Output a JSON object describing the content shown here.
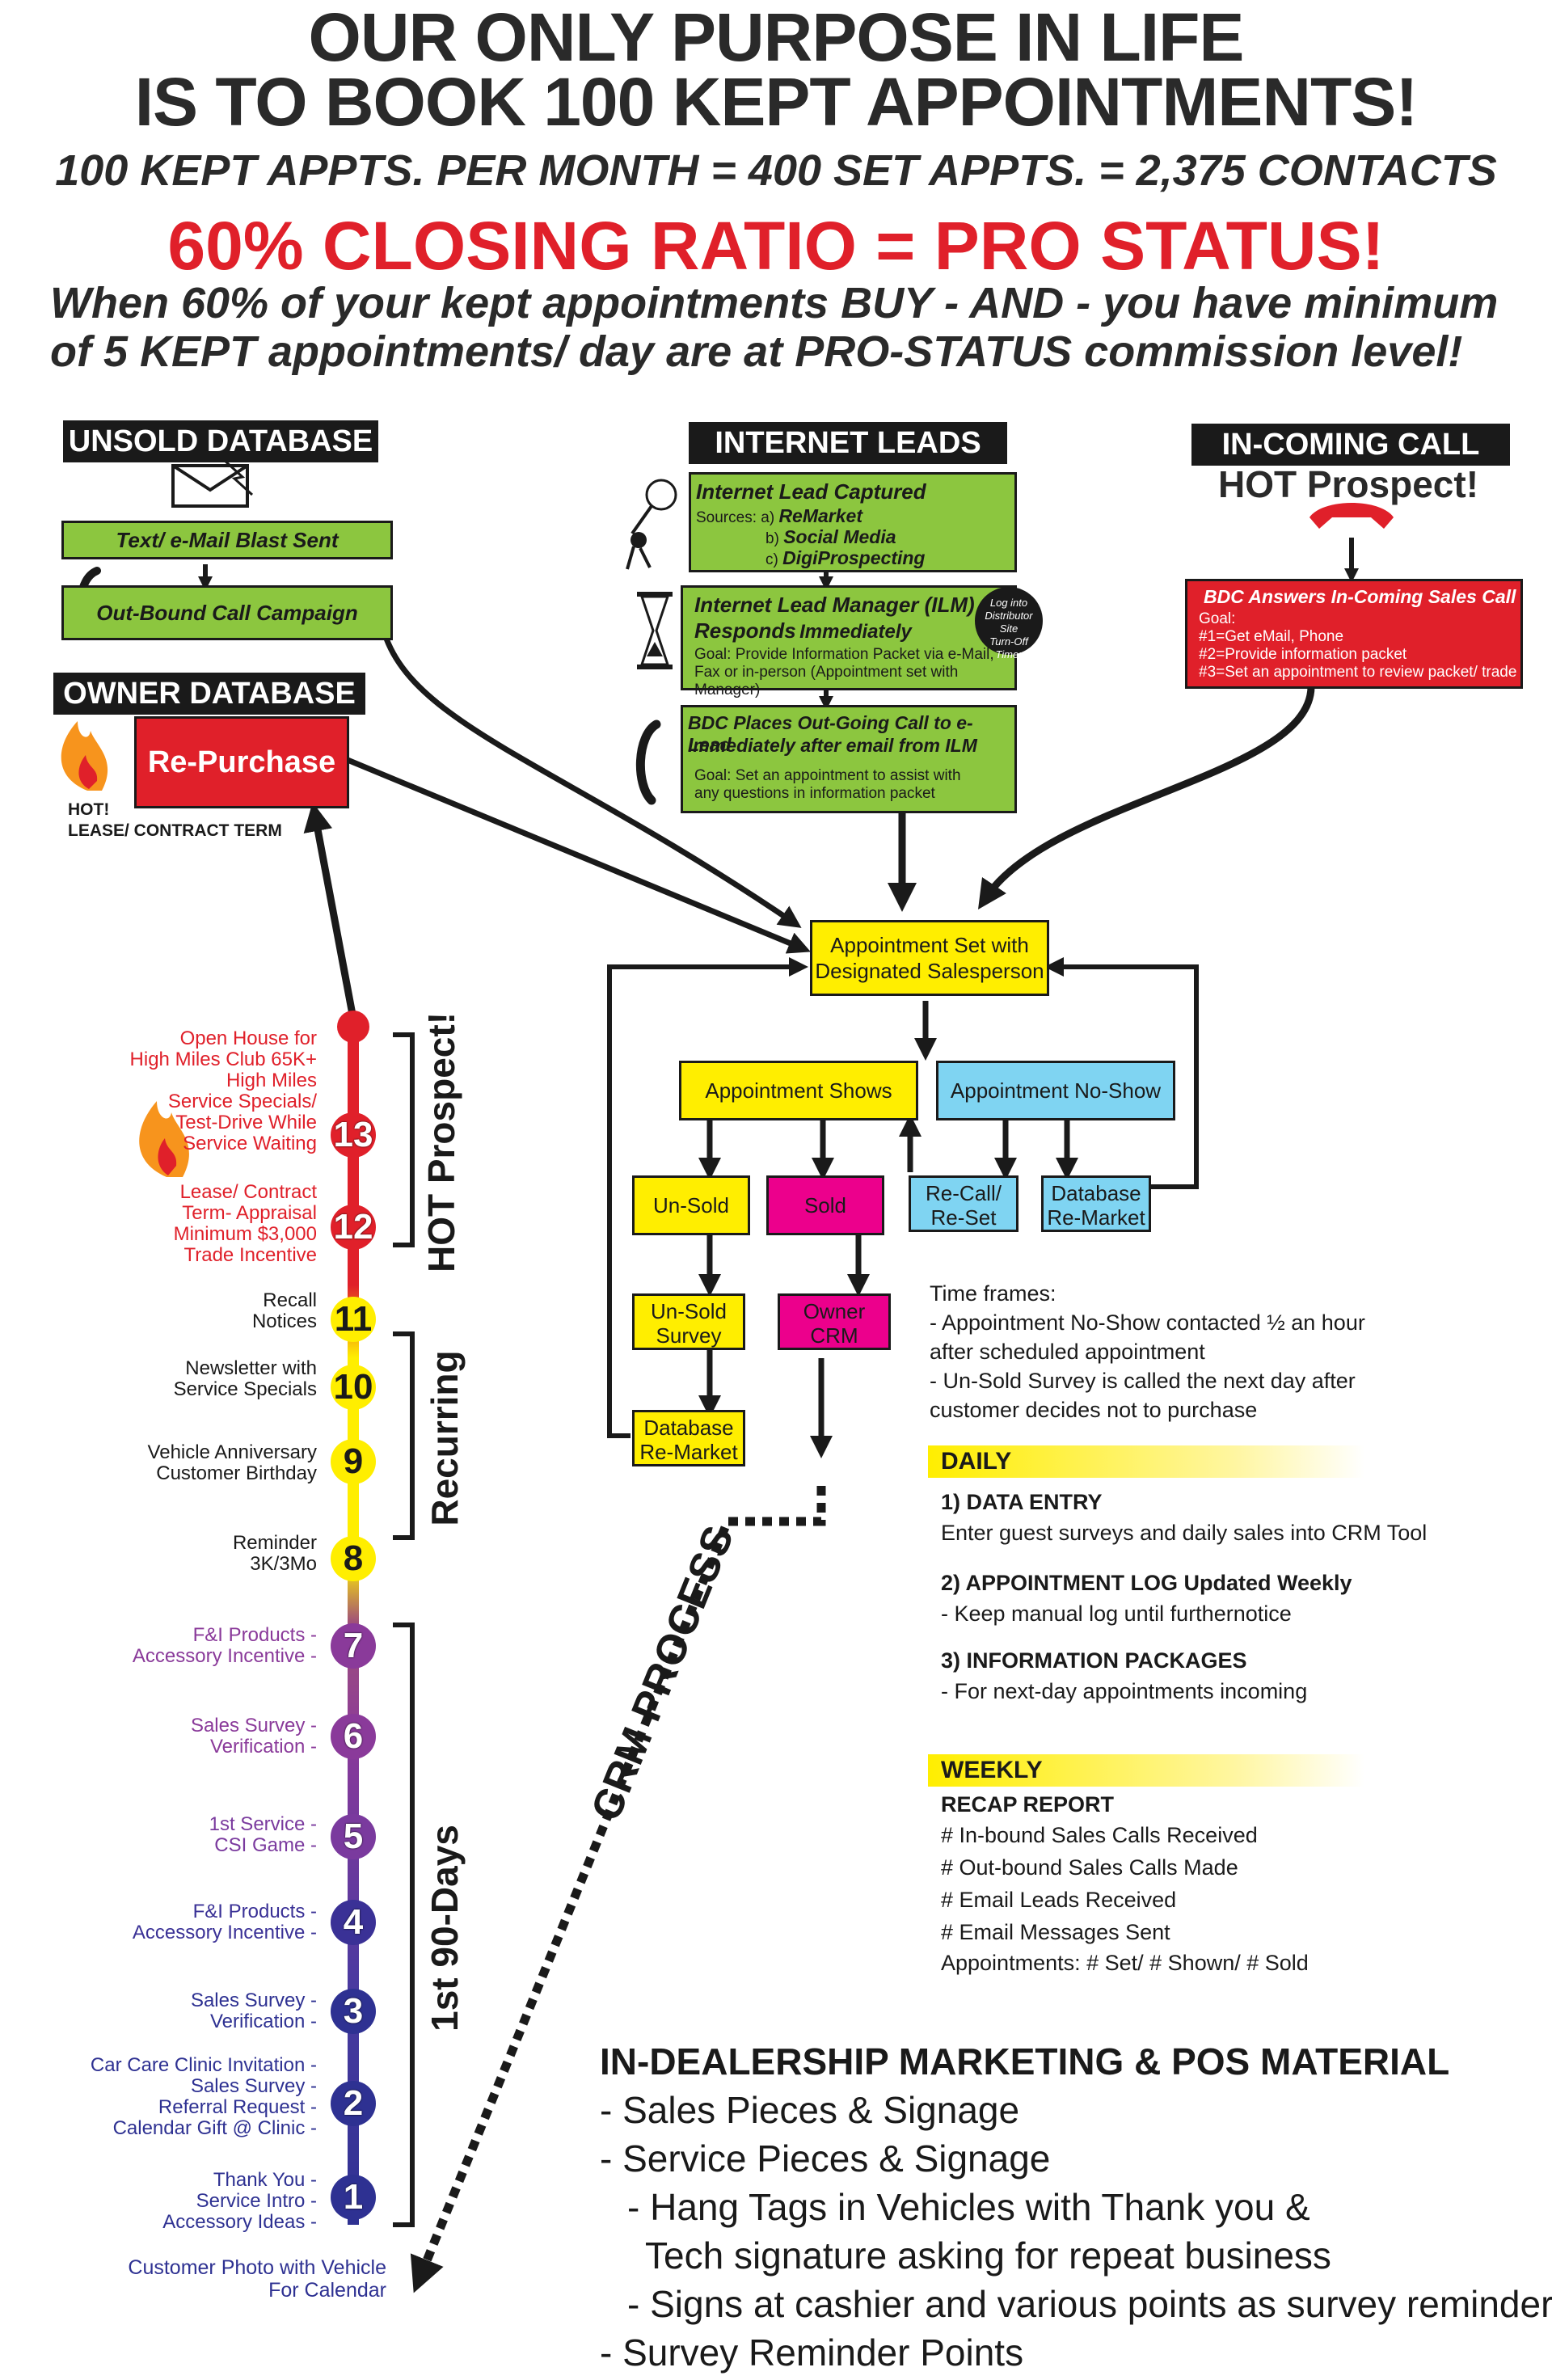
{
  "header": {
    "line1": "OUR ONLY PURPOSE IN LIFE",
    "line2": "IS TO BOOK 100 KEPT APPOINTMENTS!",
    "line3": "100 KEPT APPTS. PER MONTH = 400 SET APPTS. = 2,375 CONTACTS",
    "line4": "60% CLOSING RATIO = PRO STATUS!",
    "line5": "When 60% of your kept appointments BUY - AND - you have minimum",
    "line6": "of 5 KEPT appointments/ day are at PRO-STATUS commission level!"
  },
  "unsold": {
    "title": "UNSOLD DATABASE",
    "blast": "Text/ e-Mail Blast Sent",
    "outbound": "Out-Bound Call Campaign"
  },
  "owner": {
    "title": "OWNER DATABASE",
    "repurchase": "Re-Purchase",
    "hot": "HOT!",
    "term": "LEASE/ CONTRACT TERM"
  },
  "internet": {
    "title": "INTERNET LEADS",
    "captured": "Internet Lead Captured",
    "sources_label": "Sources: a)",
    "src_a": "ReMarket",
    "src_b_prefix": "b)",
    "src_b": "Social Media",
    "src_c_prefix": "c)",
    "src_c": "DigiProspecting",
    "ilm_title": "Internet Lead Manager (ILM)",
    "ilm_respond": "Responds",
    "ilm_immediately": "Immediately",
    "ilm_goal1": "Goal: Provide Information Packet via e-Mail,",
    "ilm_goal2": "Fax or in-person (Appointment set with Manager)",
    "badge1": "Log into",
    "badge2": "Distributor Site",
    "badge3": "Turn-Off Timer",
    "bdc_title1": "BDC Places Out-Going Call to e-Lead",
    "bdc_title2": "Immediately after email from ILM",
    "bdc_goal1": "Goal: Set an appointment to assist with",
    "bdc_goal2": "any questions in information packet"
  },
  "incoming": {
    "title": "IN-COMING CALL",
    "hot": "HOT Prospect!",
    "bdc": "BDC Answers In-Coming Sales Call",
    "goal": "Goal:",
    "g1": "#1=Get eMail, Phone",
    "g2": "#2=Provide information packet",
    "g3": "#3=Set an appointment to review packet/ trade"
  },
  "flow": {
    "appt_set1": "Appointment Set with",
    "appt_set2": "Designated Salesperson",
    "shows": "Appointment Shows",
    "noshow": "Appointment No-Show",
    "unsold": "Un-Sold",
    "sold": "Sold",
    "recall1": "Re-Call/",
    "recall2": "Re-Set",
    "db_remarket1": "Database",
    "db_remarket2": "Re-Market",
    "unsold_survey1": "Un-Sold",
    "unsold_survey2": "Survey",
    "owner_crm1": "Owner",
    "owner_crm2": "CRM",
    "db2_1": "Database",
    "db2_2": "Re-Market",
    "crm_process": "CRM PROCESS"
  },
  "timeframes": {
    "title": "Time frames:",
    "l1": "- Appointment No-Show contacted ½ an hour",
    "l2": "after scheduled appointment",
    "l3": "- Un-Sold Survey is called the next day after",
    "l4": "customer decides not to purchase"
  },
  "daily": {
    "title": "DAILY",
    "h1": "1) DATA ENTRY",
    "t1": "Enter guest surveys and daily sales into CRM Tool",
    "h2": "2) APPOINTMENT LOG Updated Weekly",
    "t2": "- Keep manual log until furthernotice",
    "h3": "3) INFORMATION PACKAGES",
    "t3": "- For next-day appointments incoming"
  },
  "weekly": {
    "title": "WEEKLY",
    "recap": "RECAP REPORT",
    "l1": "# In-bound Sales Calls Received",
    "l2": "# Out-bound Sales Calls Made",
    "l3": "# Email Leads Received",
    "l4": "# Email Messages Sent",
    "l5": "Appointments:  # Set/ # Shown/ # Sold"
  },
  "pos": {
    "title": "IN-DEALERSHIP MARKETING & POS MATERIAL",
    "l1": "- Sales Pieces & Signage",
    "l2": "- Service Pieces & Signage",
    "l3": "- Hang Tags in Vehicles with Thank you &",
    "l4": "Tech signature asking for repeat business",
    "l5": "- Signs at cashier and various points as survey reminder",
    "l6": "- Survey Reminder Points"
  },
  "timeline": {
    "hot_label": "HOT Prospect!",
    "recurring_label": "Recurring",
    "first90_label": "1st 90-Days",
    "bottom1": "Customer Photo with Vehicle",
    "bottom2": "For Calendar",
    "steps": [
      {
        "n": "13",
        "lines": [
          "Open House for",
          "High Miles Club 65K+",
          "High Miles",
          "Service Specials/",
          "Test-Drive While",
          "Service Waiting"
        ]
      },
      {
        "n": "12",
        "lines": [
          "Lease/ Contract",
          "Term- Appraisal",
          "Minimum $3,000",
          "Trade Incentive"
        ]
      },
      {
        "n": "11",
        "lines": [
          "Recall",
          "Notices"
        ]
      },
      {
        "n": "10",
        "lines": [
          "Newsletter with",
          "Service Specials"
        ]
      },
      {
        "n": "9",
        "lines": [
          "Vehicle Anniversary",
          "Customer Birthday"
        ]
      },
      {
        "n": "8",
        "lines": [
          "Reminder",
          "3K/3Mo"
        ]
      },
      {
        "n": "7",
        "lines": [
          "F&I Products -",
          "Accessory Incentive -"
        ]
      },
      {
        "n": "6",
        "lines": [
          "Sales Survey -",
          "Verification -"
        ]
      },
      {
        "n": "5",
        "lines": [
          "1st Service -",
          "CSI Game -"
        ]
      },
      {
        "n": "4",
        "lines": [
          "F&I Products -",
          "Accessory Incentive -"
        ]
      },
      {
        "n": "3",
        "lines": [
          "Sales Survey -",
          "Verification -"
        ]
      },
      {
        "n": "2",
        "lines": [
          "Car Care Clinic Invitation -",
          "Sales Survey -",
          "Referral Request -",
          "Calendar Gift @ Clinic -"
        ]
      },
      {
        "n": "1",
        "lines": [
          "Thank You -",
          "Service Intro -",
          "Accessory Ideas -"
        ]
      }
    ]
  },
  "colors": {
    "red": "#e0202a",
    "green": "#8cc63f",
    "yellow": "#ffee00",
    "blue": "#7fd4f2",
    "pink": "#ec008c",
    "purple": "#8a3a9a",
    "navy": "#2e3192"
  }
}
